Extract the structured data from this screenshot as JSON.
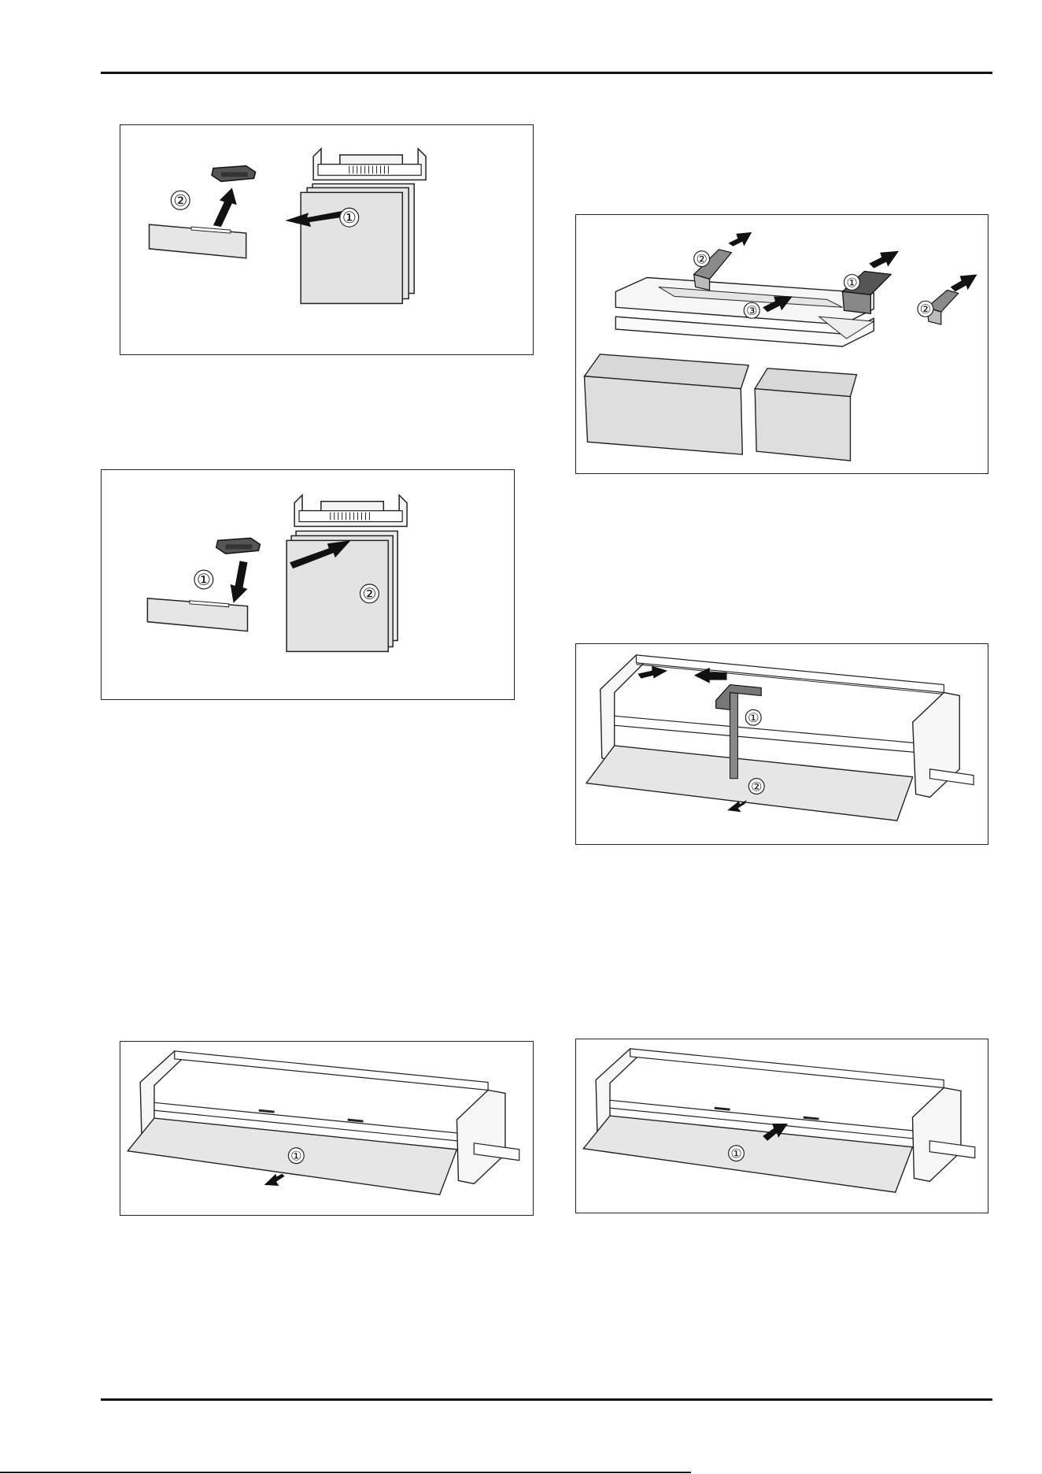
{
  "page": {
    "background": "#ffffff",
    "line_color": "#111111",
    "panel_fill": "#e6e6e6",
    "dark_part_fill": "#555555",
    "arrow_fill": "#111111"
  },
  "figures": [
    {
      "id": "fig-remove-filter",
      "callouts": [
        "①",
        "②"
      ]
    },
    {
      "id": "fig-insert-filter",
      "callouts": [
        "①",
        "②"
      ]
    },
    {
      "id": "fig-remove-drawer-rails",
      "callouts": [
        "②",
        "①",
        "③",
        "②"
      ]
    },
    {
      "id": "fig-remove-glass-shelf-center-rail",
      "callouts": [
        "①",
        "②"
      ]
    },
    {
      "id": "fig-pull-out-glass-shelf",
      "callouts": [
        "①"
      ]
    },
    {
      "id": "fig-push-in-glass-shelf",
      "callouts": [
        "①"
      ]
    }
  ]
}
